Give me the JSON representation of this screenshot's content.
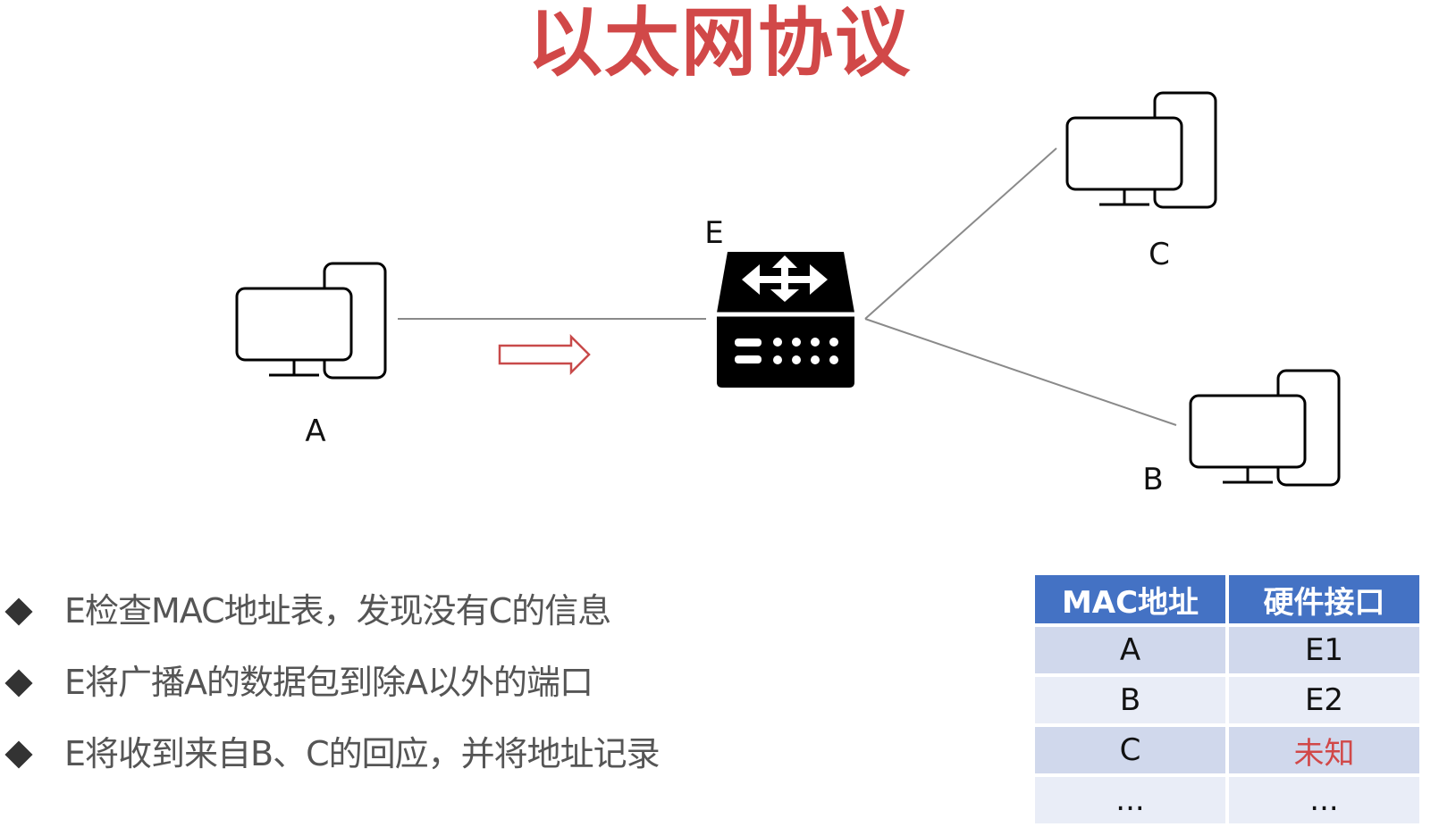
{
  "title": "以太网协议",
  "colors": {
    "title": "#d14848",
    "arrow": "#c84a4a",
    "link": "#8a8a8a",
    "table_header": "#4472c4",
    "row_dark": "#d0d8ec",
    "row_light": "#e9edf7",
    "unknown_text": "#d14848"
  },
  "diagram": {
    "nodes": {
      "A": {
        "label": "A",
        "icon": "computer-icon"
      },
      "E": {
        "label": "E",
        "icon": "switch-icon"
      },
      "C": {
        "label": "C",
        "icon": "computer-icon"
      },
      "B": {
        "label": "B",
        "icon": "computer-icon"
      }
    },
    "links": [
      [
        "A",
        "E"
      ],
      [
        "E",
        "C"
      ],
      [
        "E",
        "B"
      ]
    ],
    "arrow_icon": "right-arrow-icon"
  },
  "bullets": [
    "E检查MAC地址表，发现没有C的信息",
    "E将广播A的数据包到除A以外的端口",
    "E将收到来自B、C的回应，并将地址记录"
  ],
  "table": {
    "headers": [
      "MAC地址",
      "硬件接口"
    ],
    "rows": [
      [
        "A",
        "E1"
      ],
      [
        "B",
        "E2"
      ],
      [
        "C",
        "未知"
      ],
      [
        "...",
        "..."
      ]
    ]
  }
}
